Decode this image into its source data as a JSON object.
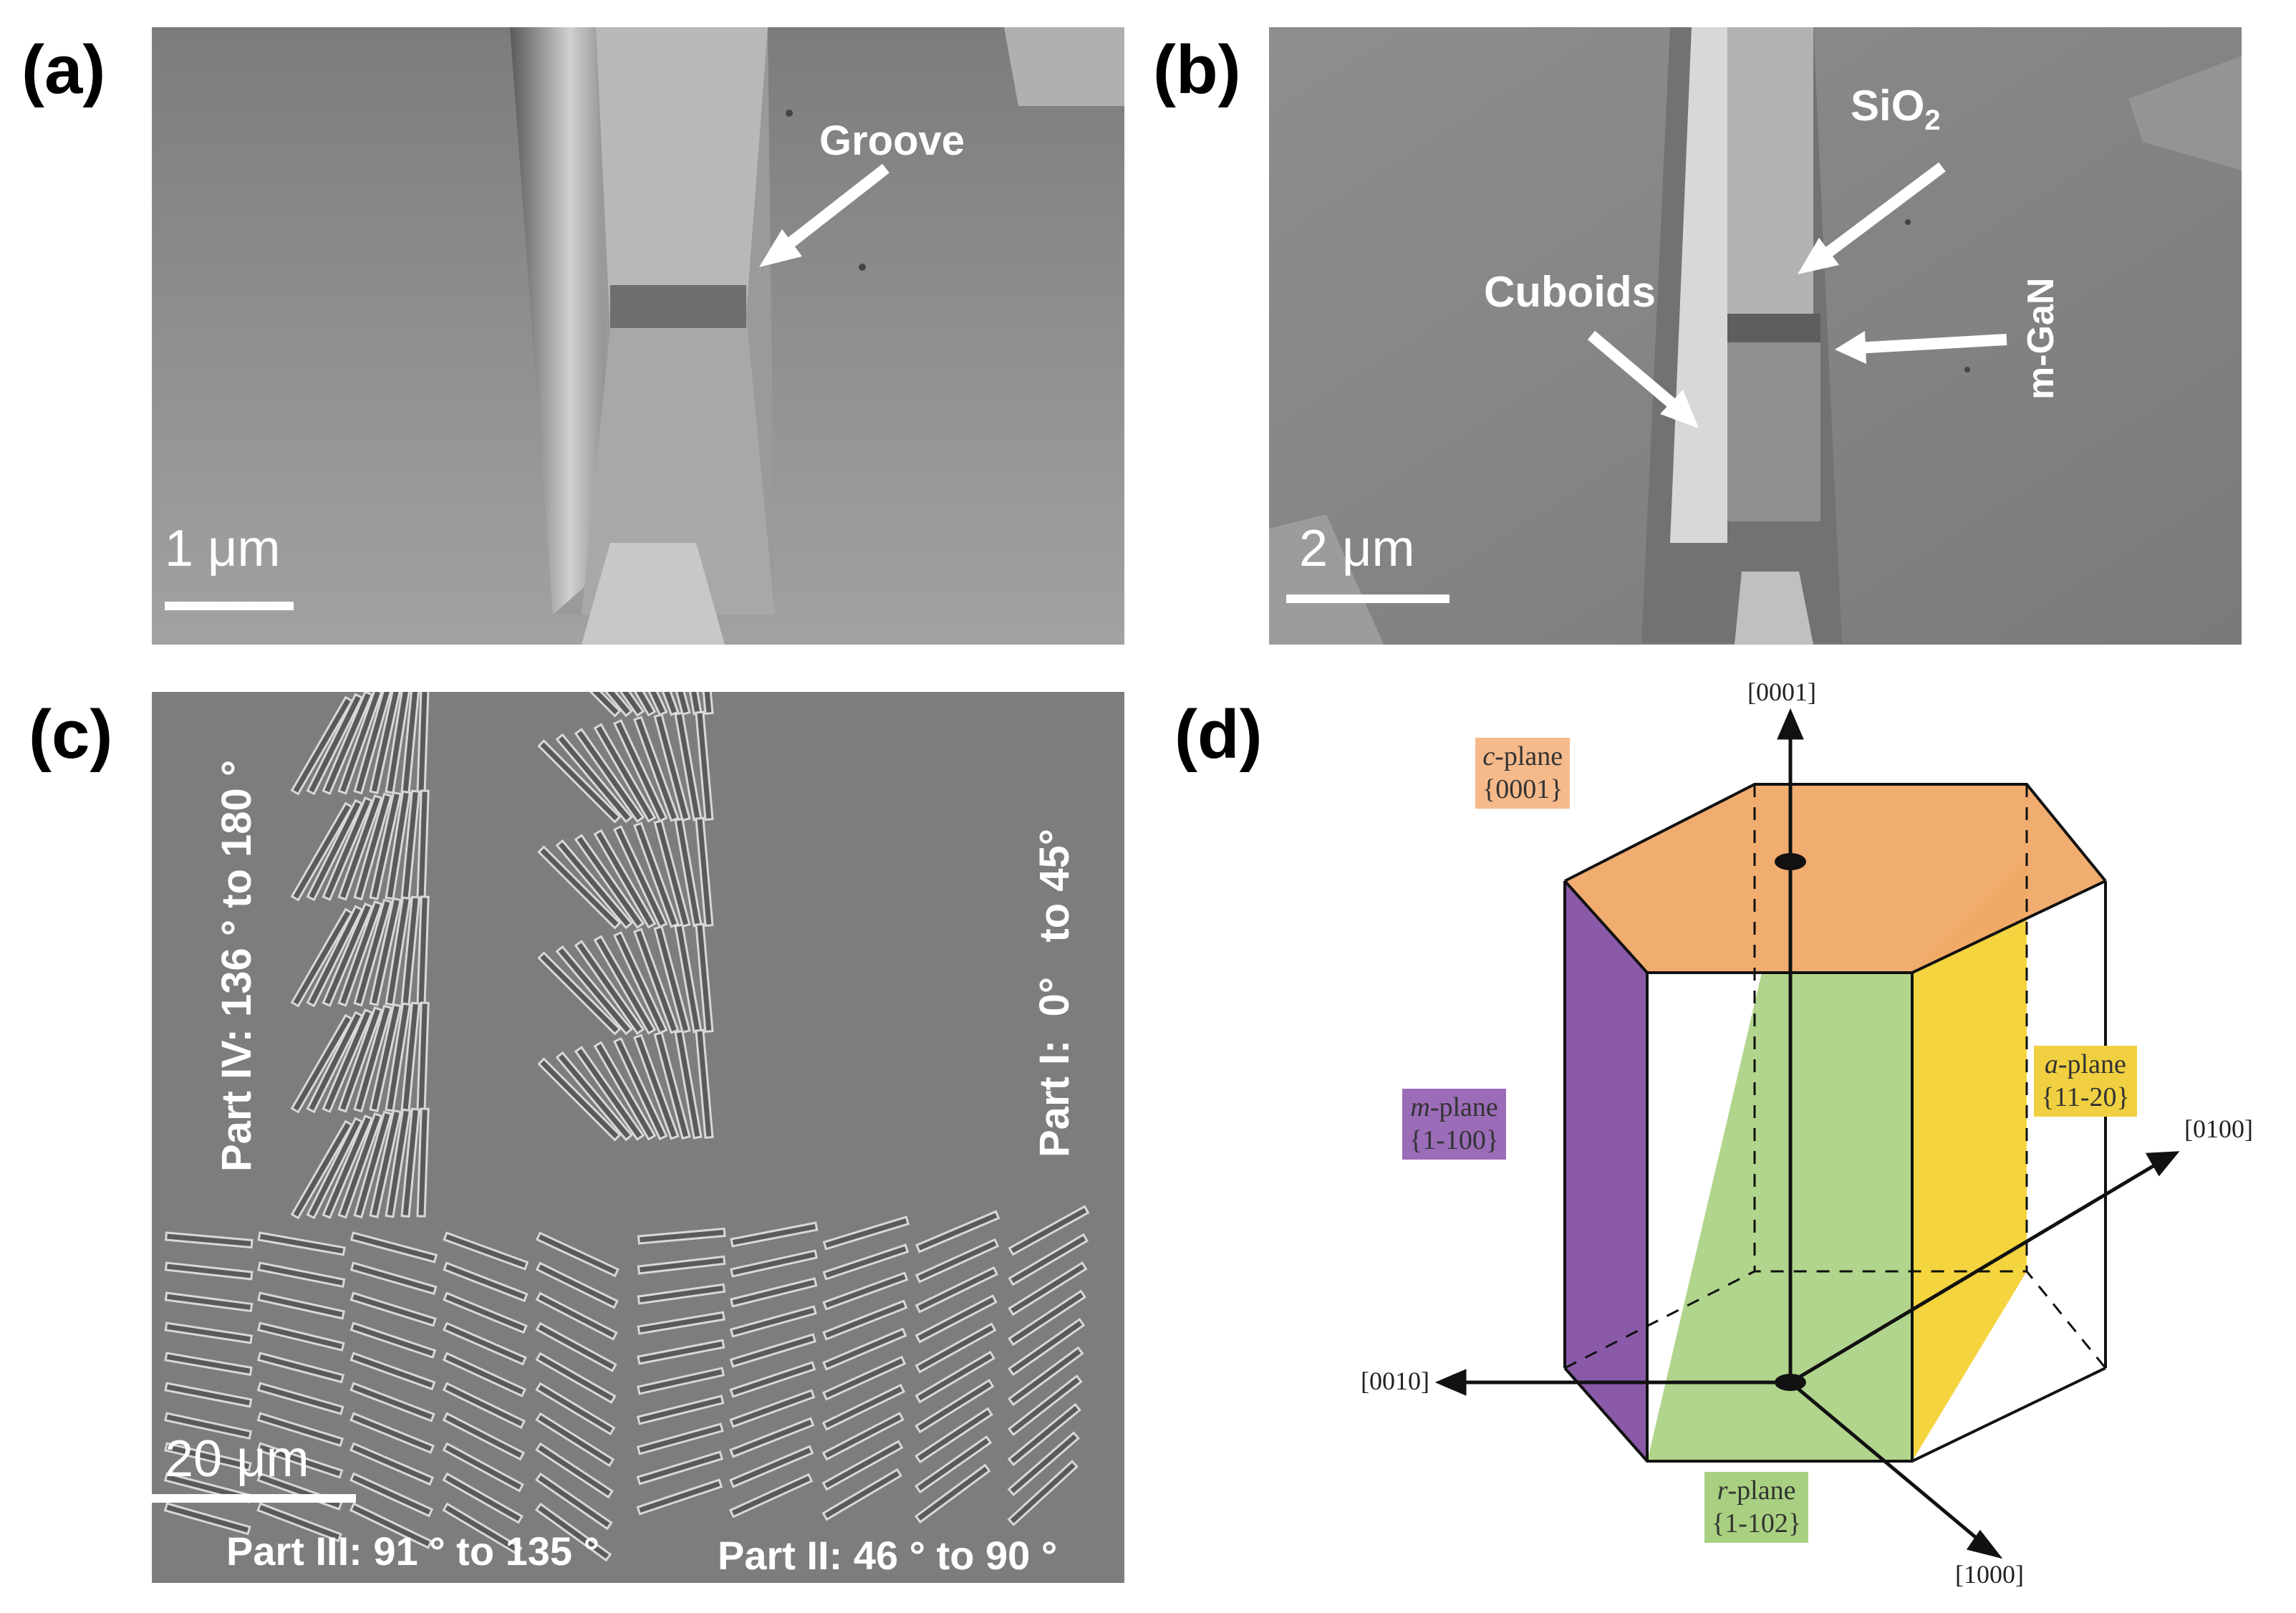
{
  "panels": {
    "a": {
      "label": "(a)",
      "annotation": "Groove",
      "scale": "1 μm"
    },
    "b": {
      "label": "(b)",
      "sio2_main": "SiO",
      "sio2_sub": "2",
      "cuboids": "Cuboids",
      "mgan": "m-GaN",
      "scale": "2 μm"
    },
    "c": {
      "label": "(c)",
      "part_iv": "Part IV: 136 ° to 180 °",
      "part_i": "Part I:  0°   to 45°",
      "part_iii": "Part III: 91 ° to 135 °",
      "part_ii": "Part II: 46 ° to 90 °",
      "scale": "20 μm"
    },
    "d": {
      "label": "(d)",
      "c_plane_prefix": "c",
      "c_plane_suffix": "-plane",
      "c_plane_index": "{0001}",
      "m_plane_prefix": "m",
      "m_plane_suffix": "-plane",
      "m_plane_index": "{1-100}",
      "a_plane_prefix": "a",
      "a_plane_suffix": "-plane",
      "a_plane_index": "{11-20}",
      "r_plane_prefix": "r",
      "r_plane_suffix": "-plane",
      "r_plane_index": "{1-102}",
      "axis_0001": "[0001]",
      "axis_0100": "[0100]",
      "axis_0010": "[0010]",
      "axis_1000": "[1000]",
      "colors": {
        "c_plane": "#f0a868",
        "m_plane": "#8a5aa8",
        "a_plane": "#f3cf2a",
        "r_plane": "#a8d080"
      }
    }
  }
}
